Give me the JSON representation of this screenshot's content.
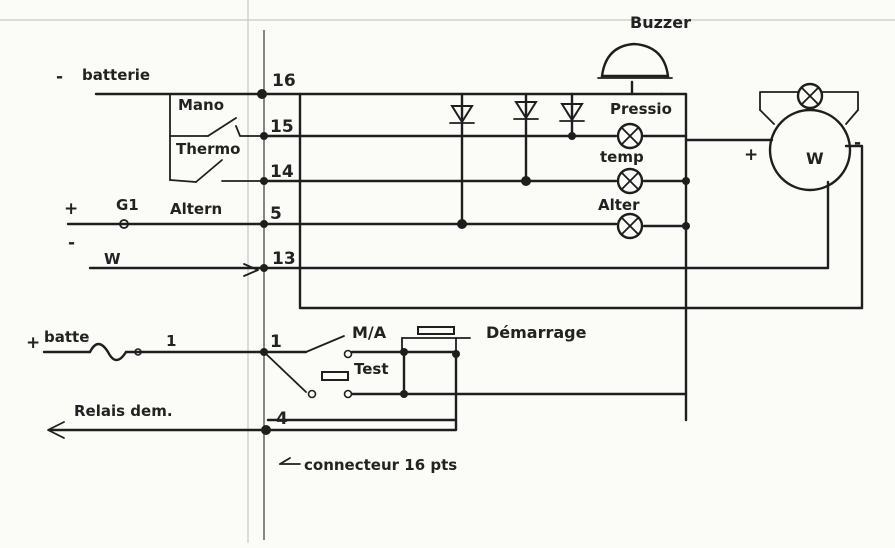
{
  "labels": {
    "buzzer": "Buzzer",
    "batterie_neg": "batterie",
    "mano": "Mano",
    "thermo": "Thermo",
    "alter_wire": "Altern",
    "g1": "G1",
    "w_wire": "W",
    "battery_feed": "batte",
    "ma": "M/A",
    "test": "Test",
    "demarrage": "Démarrage",
    "relais": "Relais dem.",
    "connecteur": "connecteur 16 pts",
    "pression": "Pressio",
    "temp": "temp",
    "alter_lamp": "Alter",
    "tacho": "W",
    "plus1": "+",
    "minus1": "-",
    "minus_bat": "-",
    "plus_tacho": "+",
    "minus_tacho": "-",
    "plus_bat": "+",
    "one_small": "1"
  },
  "pins": {
    "p16": "16",
    "p15": "15",
    "p14": "14",
    "p5": "5",
    "p13": "13",
    "p1": "1",
    "p4": "4"
  }
}
